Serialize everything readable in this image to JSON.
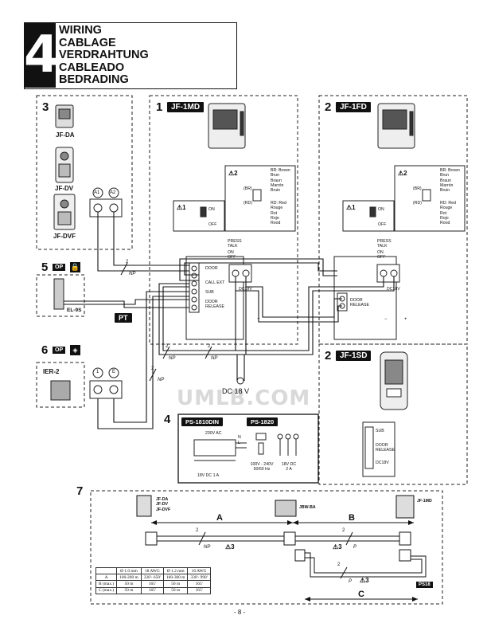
{
  "header": {
    "section_number": "4",
    "titles": [
      "WIRING",
      "CABLAGE",
      "VERDRAHTUNG",
      "CABLEADO",
      "BEDRADING"
    ]
  },
  "section3": {
    "number": "3",
    "stations": [
      "JF-DA",
      "JF-DV",
      "JF-DVF"
    ],
    "terminals": [
      "A1",
      "A2"
    ]
  },
  "section1": {
    "number": "1",
    "model": "JF-1MD",
    "switch_warning": "1",
    "switch_on": "ON",
    "switch_off": "OFF",
    "wire_warning": "2",
    "br_colors": [
      "BR: Brown",
      "Brun",
      "Braun",
      "Marrón",
      "Bruin"
    ],
    "rd_colors": [
      "RD: Red",
      "Rouge",
      "Rot",
      "Rojo",
      "Rood"
    ],
    "wire_br": "(BR)",
    "wire_rd": "(RD)",
    "terminal_labels": [
      "DOOR",
      "CALL EXT",
      "SUB",
      "DOOR RELEASE"
    ],
    "press_talk": [
      "PRESS",
      "TALK"
    ],
    "on_off": [
      "ON",
      "OFF"
    ],
    "dc_label": "DC18V"
  },
  "section2": {
    "number": "2",
    "model": "JF-1FD",
    "switch_warning": "1",
    "switch_on": "ON",
    "switch_off": "OFF",
    "wire_warning": "2",
    "br_colors": [
      "BR: Brown",
      "Brun",
      "Braun",
      "Marrón",
      "Bruin"
    ],
    "rd_colors": [
      "RD: Red",
      "Rouge",
      "Rot",
      "Rojo",
      "Rood"
    ],
    "wire_br": "(BR)",
    "wire_rd": "(RD)",
    "press_talk": [
      "PRESS",
      "TALK"
    ],
    "on_off": [
      "ON",
      "OFF"
    ],
    "door_release": "DOOR RELEASE",
    "dc_label": "DC18V"
  },
  "section2b": {
    "number": "2",
    "model": "JF-1SD",
    "labels": [
      "SUB",
      "DOOR RELEASE",
      "DC18V"
    ]
  },
  "section5": {
    "number": "5",
    "op": "OP",
    "device": "EL-9S",
    "pt": "PT"
  },
  "section6": {
    "number": "6",
    "op": "OP",
    "device": "IER-2",
    "terminals": [
      "1",
      "E"
    ]
  },
  "wiring": {
    "wire_count": "2",
    "wire_type": "NP",
    "dc_supply": "DC 18 V",
    "plus": "+",
    "minus": "−"
  },
  "section4": {
    "number": "4",
    "ps1810": {
      "tag": "PS-1810DIN",
      "input": "230V AC",
      "terminals": [
        "N",
        "L"
      ],
      "output": "18V DC 1 A"
    },
    "ps1820": {
      "tag": "PS-1820",
      "input": "100V - 240V 50/60 Hz",
      "output": "18V DC 2 A"
    }
  },
  "section7": {
    "number": "7",
    "stations": [
      "JF-DA",
      "JF-DV",
      "JF-DVF"
    ],
    "junction": "JBW-BA",
    "monitor": "JF-1MD",
    "ps": "PS18",
    "segments": [
      "A",
      "B",
      "C"
    ],
    "wire_count": "2",
    "wire_types": [
      "NP",
      "P",
      "P"
    ],
    "warning": "3",
    "table": {
      "headers": [
        "",
        "Ø 1.0 mm",
        "18 AWG",
        "Ø 1.2 mm",
        "16 AWG"
      ],
      "rows": [
        [
          "A",
          "100-200 m",
          "330'- 650'",
          "100-300 m",
          "330'- 990'"
        ],
        [
          "B (max.)",
          "50 m",
          "165'",
          "50 m",
          "165'"
        ],
        [
          "C (max.)",
          "50 m",
          "165'",
          "50 m",
          "165'"
        ]
      ]
    }
  },
  "watermark": "UMLB.COM",
  "page_number": "- 8 -"
}
